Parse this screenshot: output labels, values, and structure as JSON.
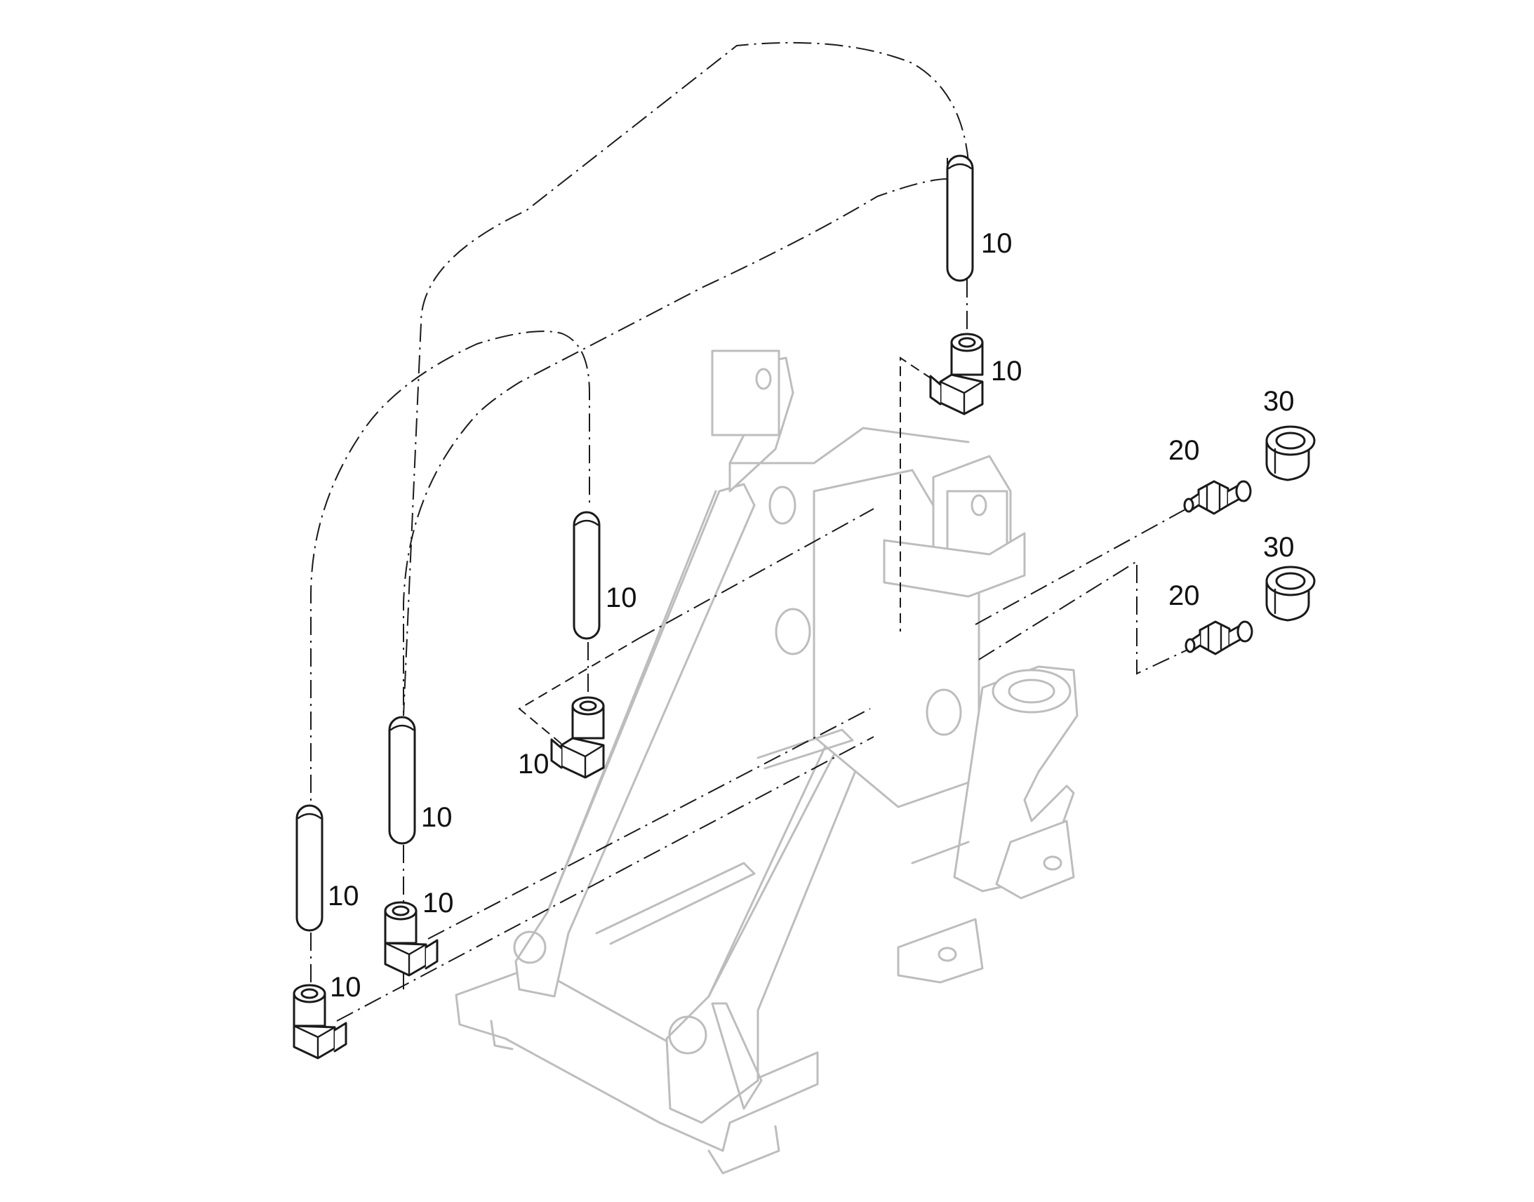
{
  "callouts": {
    "c1": "10",
    "c2": "10",
    "c3": "10",
    "c4": "10",
    "c5": "10",
    "c6": "10",
    "c7": "10",
    "c8": "10",
    "c9": "10",
    "c10": "20",
    "c11": "20",
    "c12": "30",
    "c13": "30"
  }
}
